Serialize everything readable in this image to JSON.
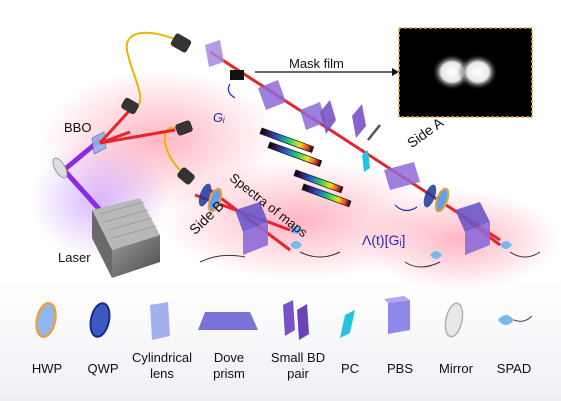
{
  "labels": {
    "bbo": "BBO",
    "laser": "Laser",
    "mask_film": "Mask film",
    "g_i": "Gᵢ",
    "spectra": "Spectra of maps",
    "side_a": "Side A",
    "side_b": "Side B",
    "lambda": "Λ(t)[Gᵢ]"
  },
  "legend": [
    {
      "key": "hwp",
      "label": "HWP"
    },
    {
      "key": "qwp",
      "label": "QWP"
    },
    {
      "key": "cyl",
      "label": "Cylindrical\nlens"
    },
    {
      "key": "dove",
      "label": "Dove\nprism"
    },
    {
      "key": "bd",
      "label": "Small BD\npair"
    },
    {
      "key": "pc",
      "label": "PC"
    },
    {
      "key": "pbs",
      "label": "PBS"
    },
    {
      "key": "mirror",
      "label": "Mirror"
    },
    {
      "key": "spad",
      "label": "SPAD"
    }
  ],
  "colors": {
    "beam_red": "#e8232b",
    "beam_violet": "#8a2be2",
    "fiber": "#e6b800",
    "optic_violet": "#8e6ad8",
    "frame_orange": "#e8a040"
  }
}
